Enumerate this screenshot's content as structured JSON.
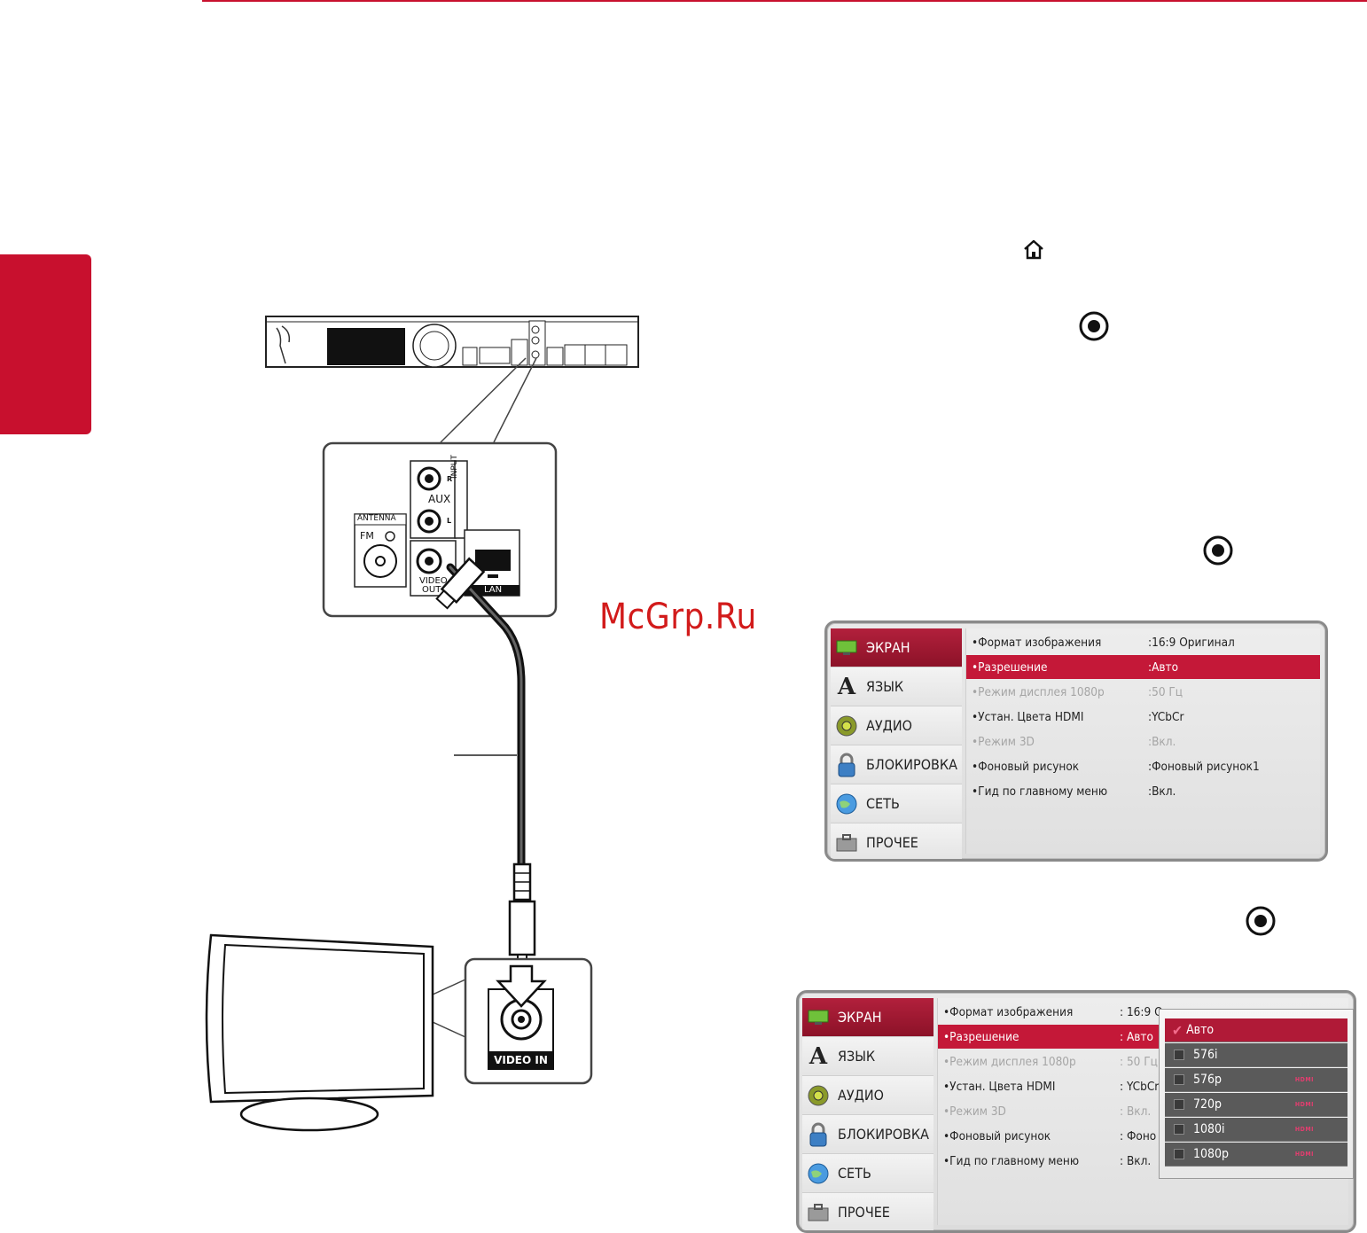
{
  "watermark": "McGrp.Ru",
  "diagram": {
    "device_labels": {
      "aux_r": "R",
      "aux": "AUX",
      "aux_l": "L",
      "input": "INPUT",
      "antenna": "ANTENNA",
      "fm": "FM",
      "video_out_1": "VIDEO",
      "video_out_2": "OUT",
      "lan": "LAN"
    },
    "tv_jack_label": "VIDEO IN"
  },
  "menu1": {
    "categories": [
      "ЭКРАН",
      "ЯЗЫК",
      "АУДИО",
      "БЛОКИРОВКА",
      "СЕТЬ",
      "ПРОЧЕЕ"
    ],
    "rows": [
      {
        "label": "•Формат изображения",
        "value": ":16:9 Оригинал"
      },
      {
        "label": "•Разрешение",
        "value": ":Авто"
      },
      {
        "label": "•Режим дисплея 1080p",
        "value": ":50 Гц"
      },
      {
        "label": "•Устан. Цвета HDMI",
        "value": ":YCbCr"
      },
      {
        "label": "•Режим 3D",
        "value": ":Вкл."
      },
      {
        "label": "•Фоновый рисунок",
        "value": ":Фоновый рисунок1"
      },
      {
        "label": "•Гид по главному меню",
        "value": ":Вкл."
      }
    ]
  },
  "menu2": {
    "categories": [
      "ЭКРАН",
      "ЯЗЫК",
      "АУДИО",
      "БЛОКИРОВКА",
      "СЕТЬ",
      "ПРОЧЕЕ"
    ],
    "rows": [
      {
        "label": "•Формат изображения",
        "value": ": 16:9 О"
      },
      {
        "label": "•Разрешение",
        "value": ": Авто"
      },
      {
        "label": "•Режим дисплея 1080p",
        "value": ": 50 Гц"
      },
      {
        "label": "•Устан. Цвета HDMI",
        "value": ": YCbCr"
      },
      {
        "label": "•Режим 3D",
        "value": ": Вкл."
      },
      {
        "label": "•Фоновый рисунок",
        "value": ": Фоно"
      },
      {
        "label": "•Гид по главному меню",
        "value": ": Вкл."
      }
    ],
    "popup_options": [
      {
        "label": "Авто",
        "hdmi": ""
      },
      {
        "label": "576i",
        "hdmi": ""
      },
      {
        "label": "576p",
        "hdmi": "HDMI"
      },
      {
        "label": "720p",
        "hdmi": "HDMI"
      },
      {
        "label": "1080i",
        "hdmi": "HDMI"
      },
      {
        "label": "1080p",
        "hdmi": "HDMI"
      }
    ]
  },
  "colors": {
    "accent": "#c8102e",
    "selection": "#c41838"
  }
}
